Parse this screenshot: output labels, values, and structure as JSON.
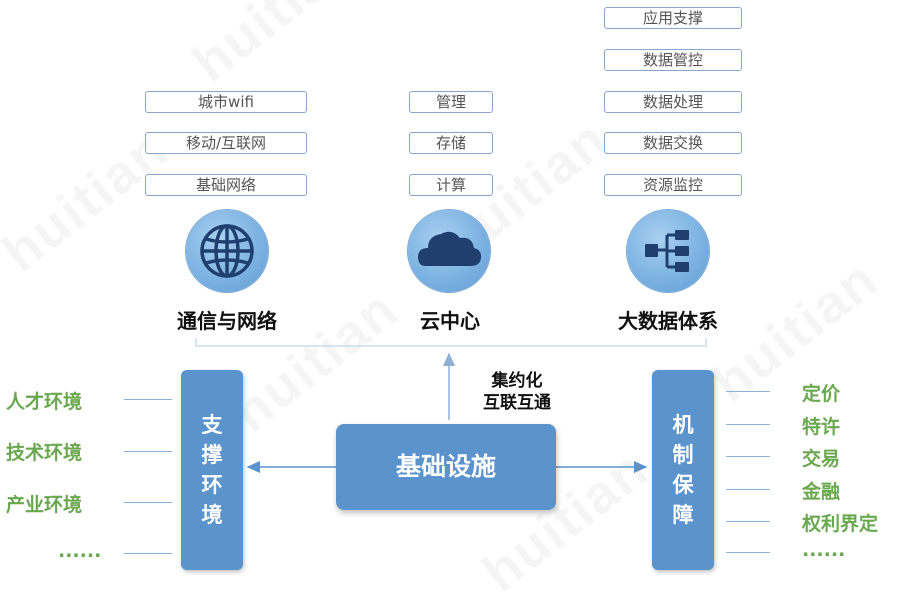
{
  "watermark": "huitian",
  "columns": [
    {
      "id": "network",
      "label": "通信与网络",
      "icon": "globe-icon",
      "items": [
        "城市wifi",
        "移动/互联网",
        "基础网络"
      ]
    },
    {
      "id": "cloud",
      "label": "云中心",
      "icon": "cloud-icon",
      "items": [
        "管理",
        "存储",
        "计算"
      ]
    },
    {
      "id": "bigdata",
      "label": "大数据体系",
      "icon": "hierarchy-icon",
      "items": [
        "应用支撑",
        "数据管控",
        "数据处理",
        "数据交换",
        "资源监控"
      ]
    }
  ],
  "center": {
    "label": "基础设施"
  },
  "up_label": {
    "line1": "集约化",
    "line2": "互联互通"
  },
  "left_box": {
    "chars": [
      "支",
      "撑",
      "环",
      "境"
    ]
  },
  "right_box": {
    "chars": [
      "机",
      "制",
      "保",
      "障"
    ]
  },
  "left_items": [
    "人才环境",
    "技术环境",
    "产业环境",
    "......"
  ],
  "right_items": [
    "定价",
    "特许",
    "交易",
    "金融",
    "权利界定",
    "......"
  ],
  "colors": {
    "box": "#5b93cc",
    "green_text": "#6aa84f",
    "pill_border": "#8aa6c6",
    "icon_dark": "#1f3f6e"
  }
}
